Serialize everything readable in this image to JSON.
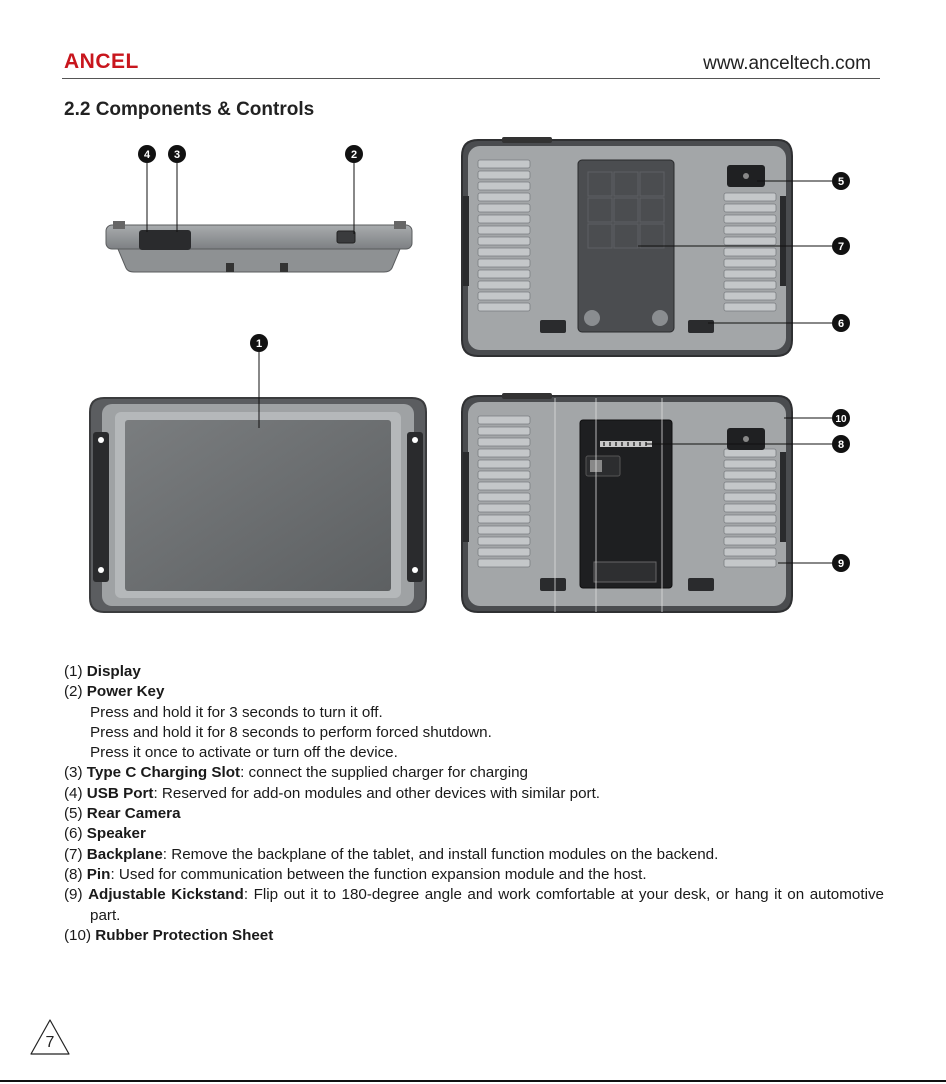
{
  "header": {
    "brand": "ANCEL",
    "url": "www.anceltech.com"
  },
  "section_title": "2.2 Components & Controls",
  "callouts": [
    "1",
    "2",
    "3",
    "4",
    "5",
    "6",
    "7",
    "8",
    "9",
    "10"
  ],
  "components": [
    {
      "num": "(1)",
      "name": "Display",
      "desc": ""
    },
    {
      "num": "(2)",
      "name": "Power Key",
      "desc": ""
    },
    {
      "num": "(3)",
      "name": "Type C Charging Slot",
      "desc": ": connect the supplied charger for charging"
    },
    {
      "num": "(4)",
      "name": "USB Port",
      "desc": ": Reserved for add-on modules and other devices with similar port."
    },
    {
      "num": "(5)",
      "name": "Rear Camera",
      "desc": ""
    },
    {
      "num": "(6)",
      "name": "Speaker",
      "desc": ""
    },
    {
      "num": "(7)",
      "name": "Backplane",
      "desc": ": Remove the backplane of the tablet, and install function modules on the backend."
    },
    {
      "num": "(8)",
      "name": "Pin",
      "desc": ": Used for communication between the function expansion module and the host."
    },
    {
      "num": "(9)",
      "name": "Adjustable Kickstand",
      "desc": ": Flip out it to 180-degree angle and work comfortable at your desk, or hang it on automotive part."
    },
    {
      "num": "(10)",
      "name": "Rubber Protection Sheet",
      "desc": ""
    }
  ],
  "power_key_notes": [
    "Press and hold it for 3 seconds to turn it off.",
    "Press and hold it for 8 seconds to perform forced shutdown.",
    "Press it once to activate or turn off the device."
  ],
  "page_number": "7",
  "colors": {
    "brand": "#c8161d",
    "device_frame": "#8c8f92",
    "device_dark": "#3a3b3d",
    "screen": "#6b6e70"
  }
}
